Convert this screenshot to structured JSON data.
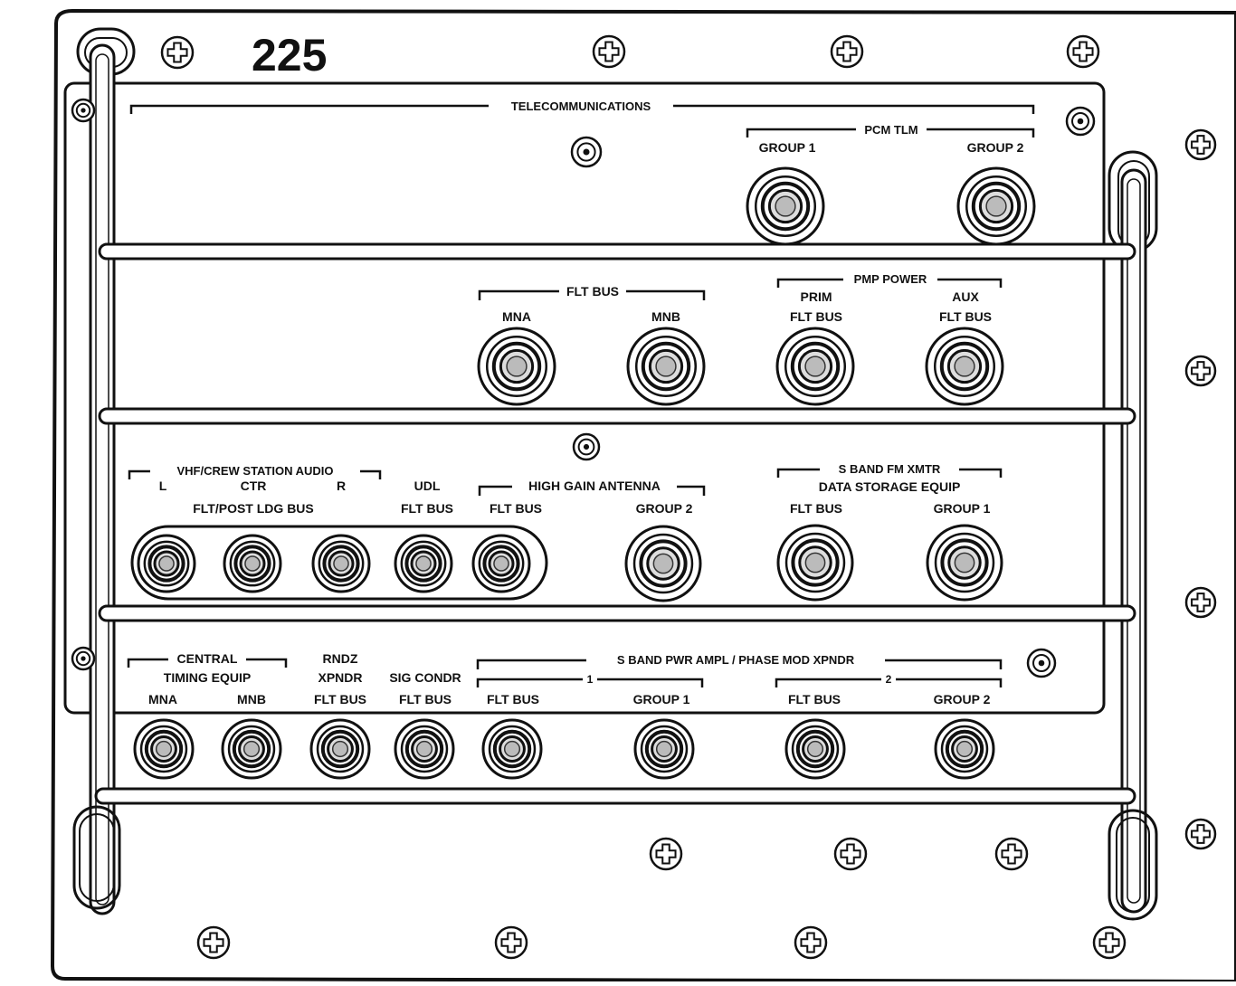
{
  "panel": {
    "number": "225",
    "ink_color": "#111111",
    "paper_color": "#ffffff"
  },
  "sections": {
    "telecom": {
      "title": "TELECOMMUNICATIONS",
      "pcm_tlm": {
        "title": "PCM TLM",
        "group1": "GROUP 1",
        "group2": "GROUP 2"
      }
    },
    "flt_bus": {
      "title": "FLT BUS",
      "mna": "MNA",
      "mnb": "MNB"
    },
    "pmp_power": {
      "title": "PMP POWER",
      "prim_1": "PRIM",
      "prim_2": "FLT BUS",
      "aux_1": "AUX",
      "aux_2": "FLT BUS"
    },
    "vhf": {
      "title": "VHF/CREW STATION AUDIO",
      "l": "L",
      "ctr": "CTR",
      "r": "R",
      "sub": "FLT/POST LDG BUS"
    },
    "udl": {
      "label_1": "UDL",
      "label_2": "FLT BUS"
    },
    "hga": {
      "title": "HIGH GAIN ANTENNA",
      "flt_bus": "FLT BUS",
      "group2": "GROUP 2"
    },
    "sband_fm": {
      "title": "S BAND FM XMTR",
      "sub": "DATA STORAGE EQUIP",
      "flt_bus": "FLT BUS",
      "group1": "GROUP 1"
    },
    "central": {
      "title": "CENTRAL",
      "sub": "TIMING EQUIP",
      "mna": "MNA",
      "mnb": "MNB"
    },
    "rndz": {
      "label_1": "RNDZ",
      "label_2": "XPNDR",
      "label_3": "FLT BUS"
    },
    "sig": {
      "label_1": "SIG CONDR",
      "label_2": "FLT BUS"
    },
    "sband_pwr": {
      "title": "S BAND PWR AMPL / PHASE MOD XPNDR",
      "sub1": "1",
      "sub2": "2",
      "flt_bus_1": "FLT BUS",
      "group1": "GROUP 1",
      "flt_bus_2": "FLT BUS",
      "group2": "GROUP 2"
    }
  }
}
